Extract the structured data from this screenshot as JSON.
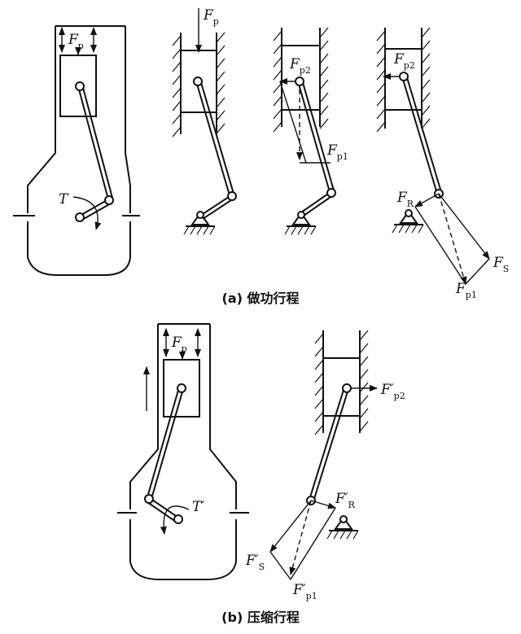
{
  "labels": {
    "fp": "F",
    "fp_sub": "p",
    "fp2": "F",
    "fp2_sub": "p2",
    "fp1": "F",
    "fp1_sub": "p1",
    "fr": "F",
    "fr_sub": "R",
    "fs": "F",
    "fs_sub": "S",
    "t": "T",
    "t_prime": "T′",
    "fp_prime": "F′",
    "fp_prime_sub": "p",
    "fp2_prime": "F′",
    "fp2_prime_sub": "p2",
    "fr_prime": "F′",
    "fr_prime_sub": "R",
    "fs_prime": "F′",
    "fs_prime_sub": "S",
    "fp1_prime": "F′",
    "fp1_prime_sub": "p1"
  },
  "captions": {
    "a": "(a) 做功行程",
    "b": "(b) 压缩行程"
  }
}
